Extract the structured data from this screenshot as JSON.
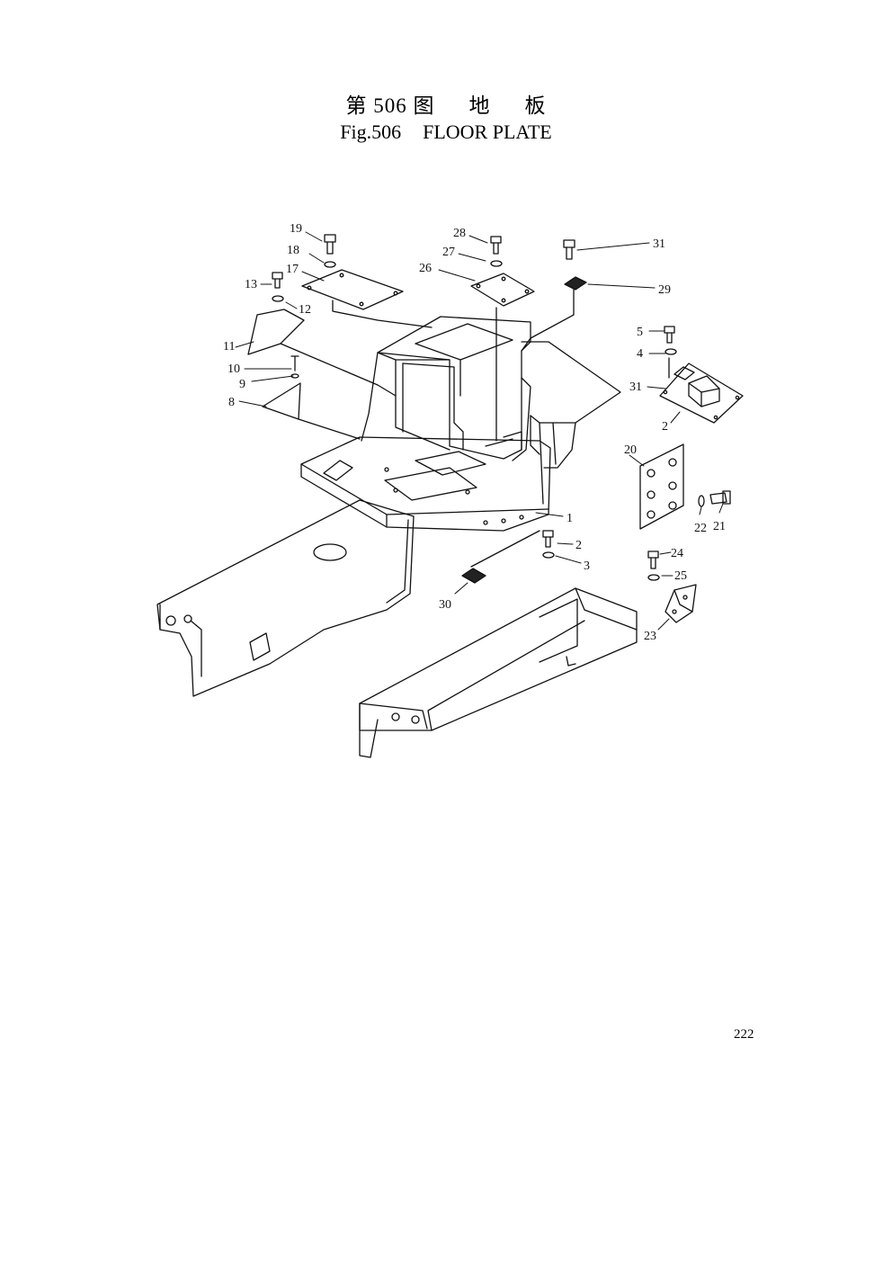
{
  "header": {
    "title_cn_prefix": "第 506 图",
    "title_cn_a": "地",
    "title_cn_b": "板",
    "title_en_fig": "Fig.506",
    "title_en_name": "FLOOR PLATE"
  },
  "callouts": [
    "1",
    "2",
    "3",
    "4",
    "5",
    "8",
    "9",
    "10",
    "11",
    "12",
    "13",
    "17",
    "18",
    "19",
    "20",
    "21",
    "22",
    "23",
    "24",
    "25",
    "26",
    "27",
    "28",
    "29",
    "30",
    "31"
  ],
  "page_number": "222"
}
